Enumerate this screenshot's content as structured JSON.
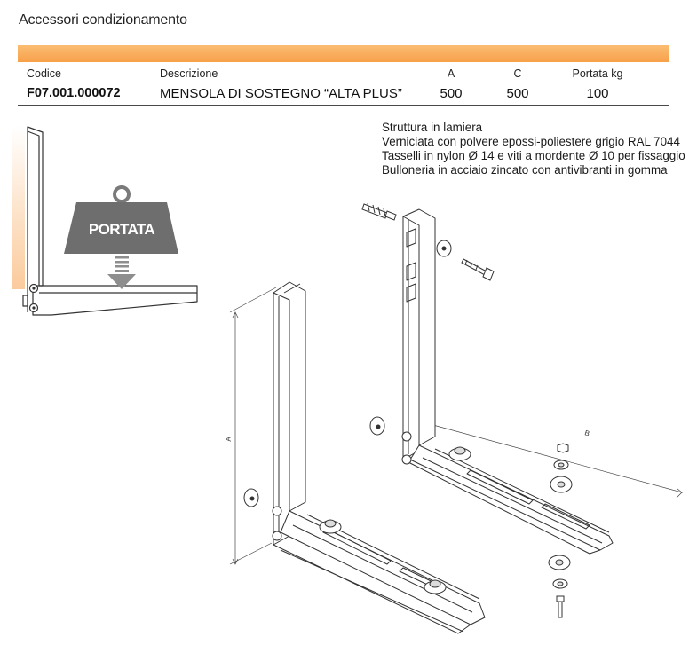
{
  "page": {
    "title": "Accessori condizionamento"
  },
  "table": {
    "headers": {
      "code": "Codice",
      "description": "Descrizione",
      "a": "A",
      "c": "C",
      "load": "Portata kg"
    },
    "rows": [
      {
        "code": "F07.001.000072",
        "description": "MENSOLA DI SOSTEGNO “ALTA PLUS”",
        "a": "500",
        "c": "500",
        "load": "100"
      }
    ]
  },
  "features": [
    "Struttura in lamiera",
    "Verniciata con polvere epossi-poliestere grigio RAL 7044",
    "Tasselli in nylon Ø 14 e viti a mordente Ø 10 per fissaggio",
    "Bulloneria in acciaio zincato con antivibranti in gomma"
  ],
  "diagram": {
    "load_label": "PORTATA",
    "dimension_a": "A",
    "dimension_b": "B"
  },
  "colors": {
    "accent": "#f7a04a",
    "load_block": "#6e6e6e",
    "line": "#333333"
  }
}
